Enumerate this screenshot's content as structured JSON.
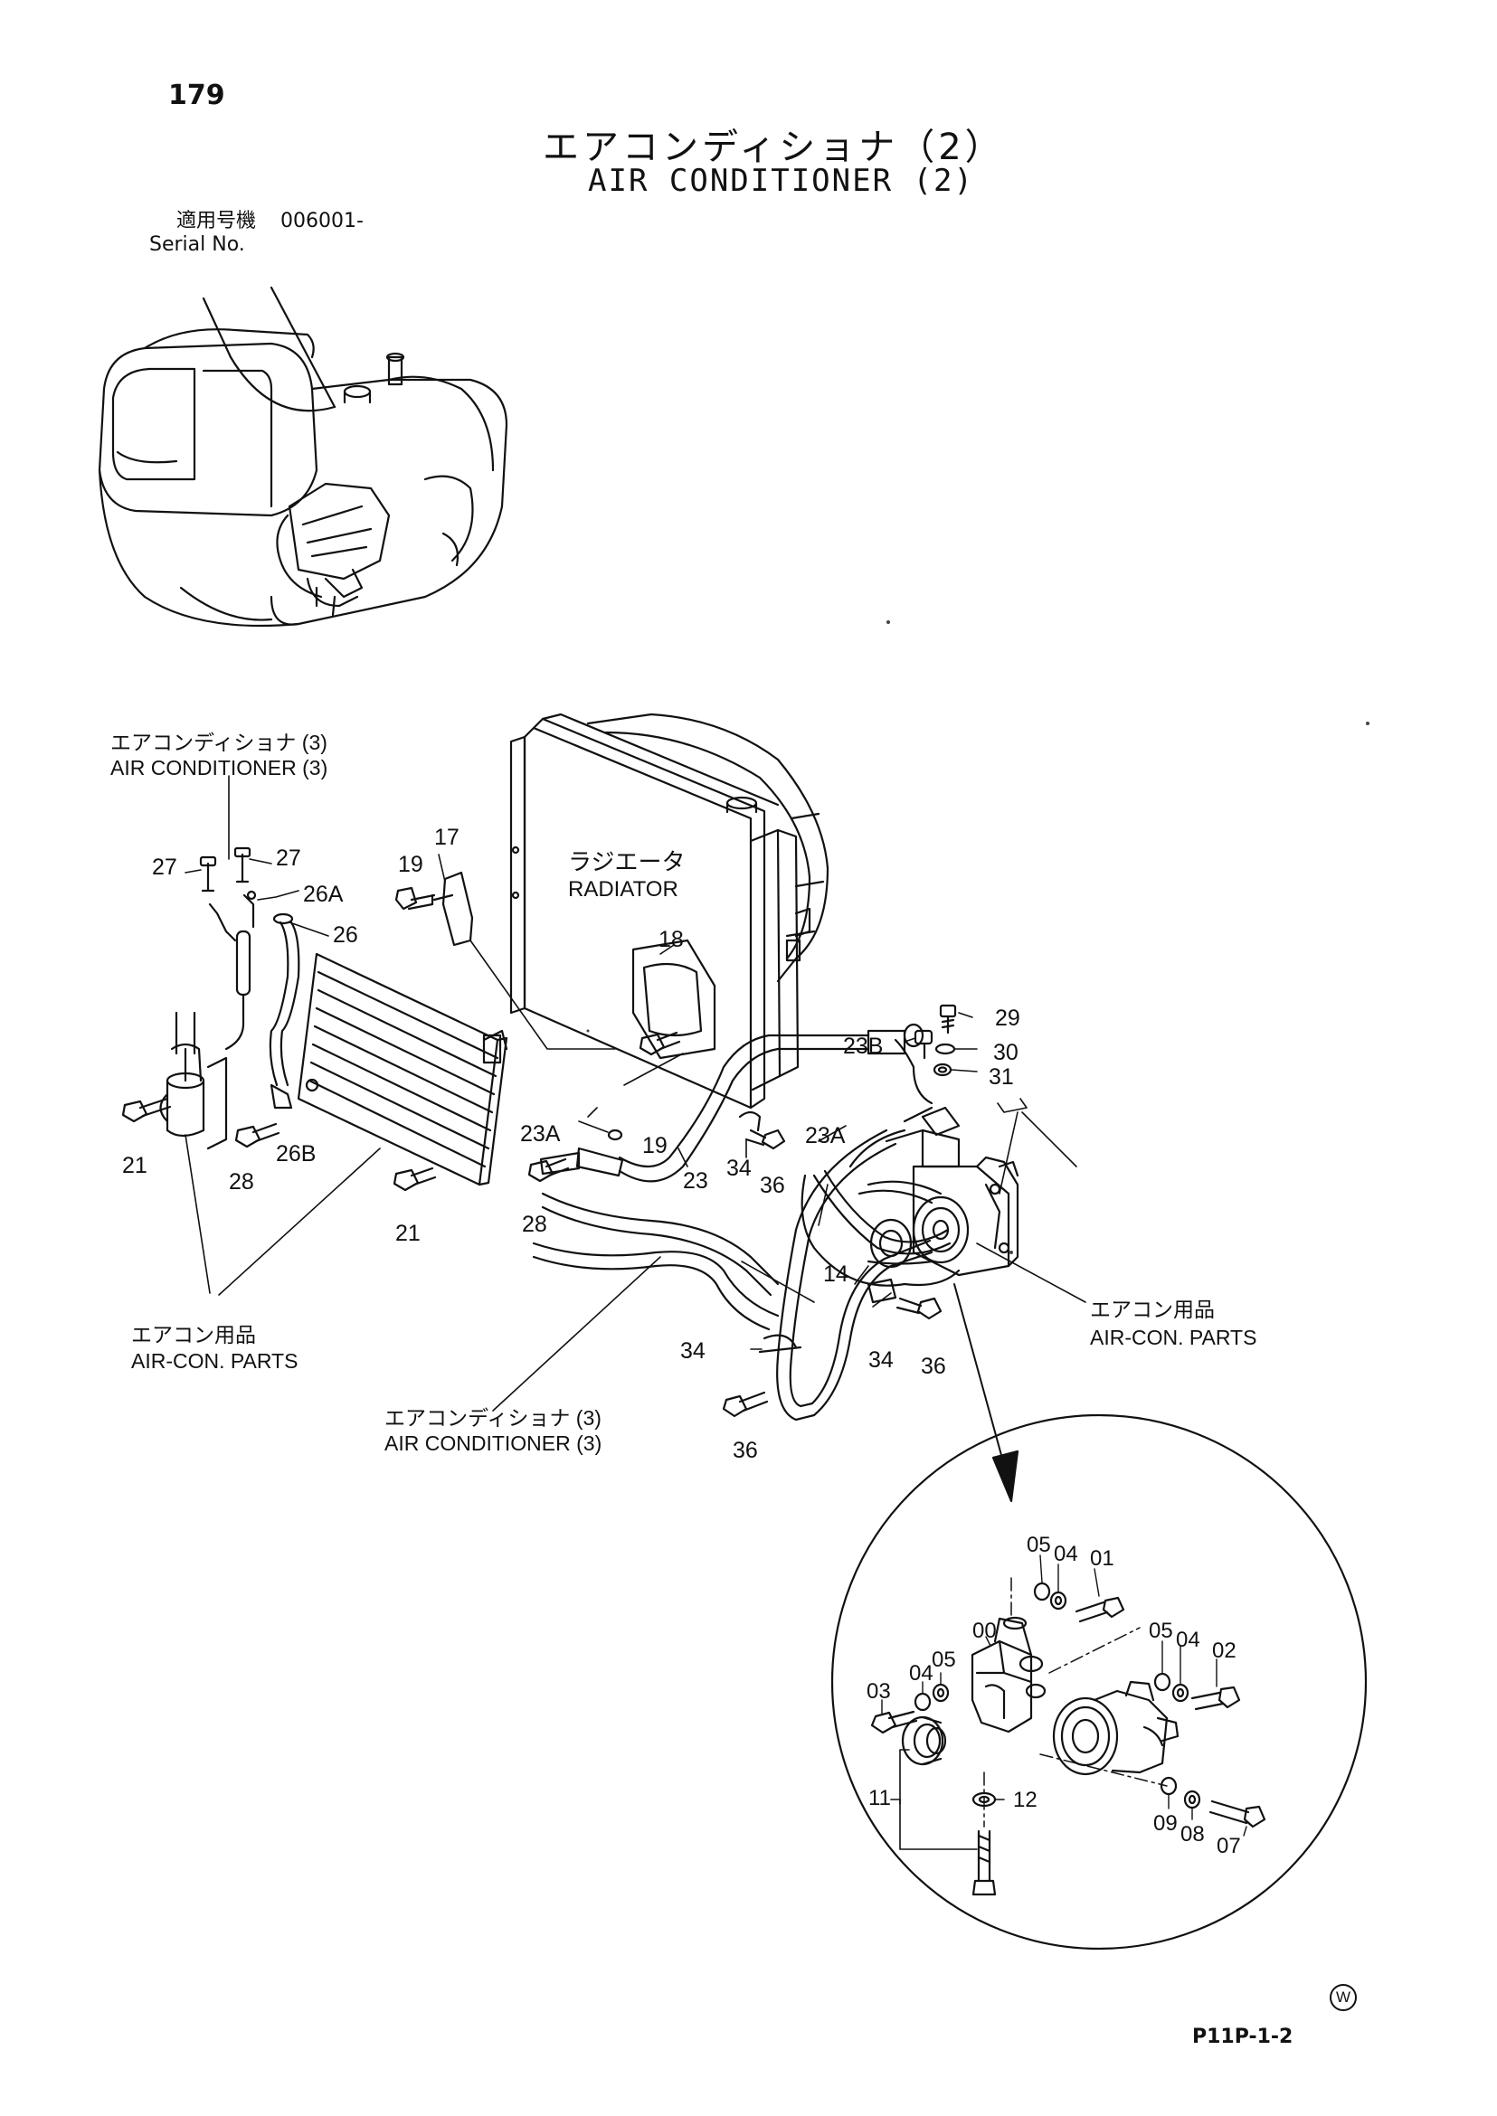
{
  "page_number": "179",
  "title_jp": "エアコンディショナ（2）",
  "title_en": "AIR CONDITIONER (2)",
  "serial": {
    "label_jp": "適用号機",
    "value": "006001-",
    "label_en": "Serial No."
  },
  "labels": {
    "ac3_top_jp": "エアコンディショナ (3)",
    "ac3_top_en": "AIR CONDITIONER (3)",
    "radiator_jp": "ラジエータ",
    "radiator_en": "RADIATOR",
    "aircon_left_jp": "エアコン用品",
    "aircon_left_en": "AIR-CON. PARTS",
    "aircon_right_jp": "エアコン用品",
    "aircon_right_en": "AIR-CON. PARTS",
    "ac3_bottom_jp": "エアコンディショナ (3)",
    "ac3_bottom_en": "AIR CONDITIONER (3)"
  },
  "callouts": {
    "p27a": "27",
    "p27b": "27",
    "p26a": "26A",
    "p26": "26",
    "p19a": "19",
    "p17": "17",
    "p18": "18",
    "p21a": "21",
    "p28a": "28",
    "p26b": "26B",
    "p21b": "21",
    "p23a1": "23A",
    "p19b": "19",
    "p34a": "34",
    "p36a": "36",
    "p23": "23",
    "p28b": "28",
    "p29": "29",
    "p23b": "23B",
    "p30": "30",
    "p31": "31",
    "p23a2": "23A",
    "p14": "14",
    "p34b": "34",
    "p34c": "34",
    "p36b": "36",
    "p36c": "36",
    "d05a": "05",
    "d04a": "04",
    "d01": "01",
    "d05b": "05",
    "d04b": "04",
    "d02": "02",
    "d00": "00",
    "d03": "03",
    "d04c": "04",
    "d05c": "05",
    "d11": "11",
    "d12": "12",
    "d09": "09",
    "d08": "08",
    "d07": "07"
  },
  "mark": "W",
  "page_code": "P11P-1-2"
}
